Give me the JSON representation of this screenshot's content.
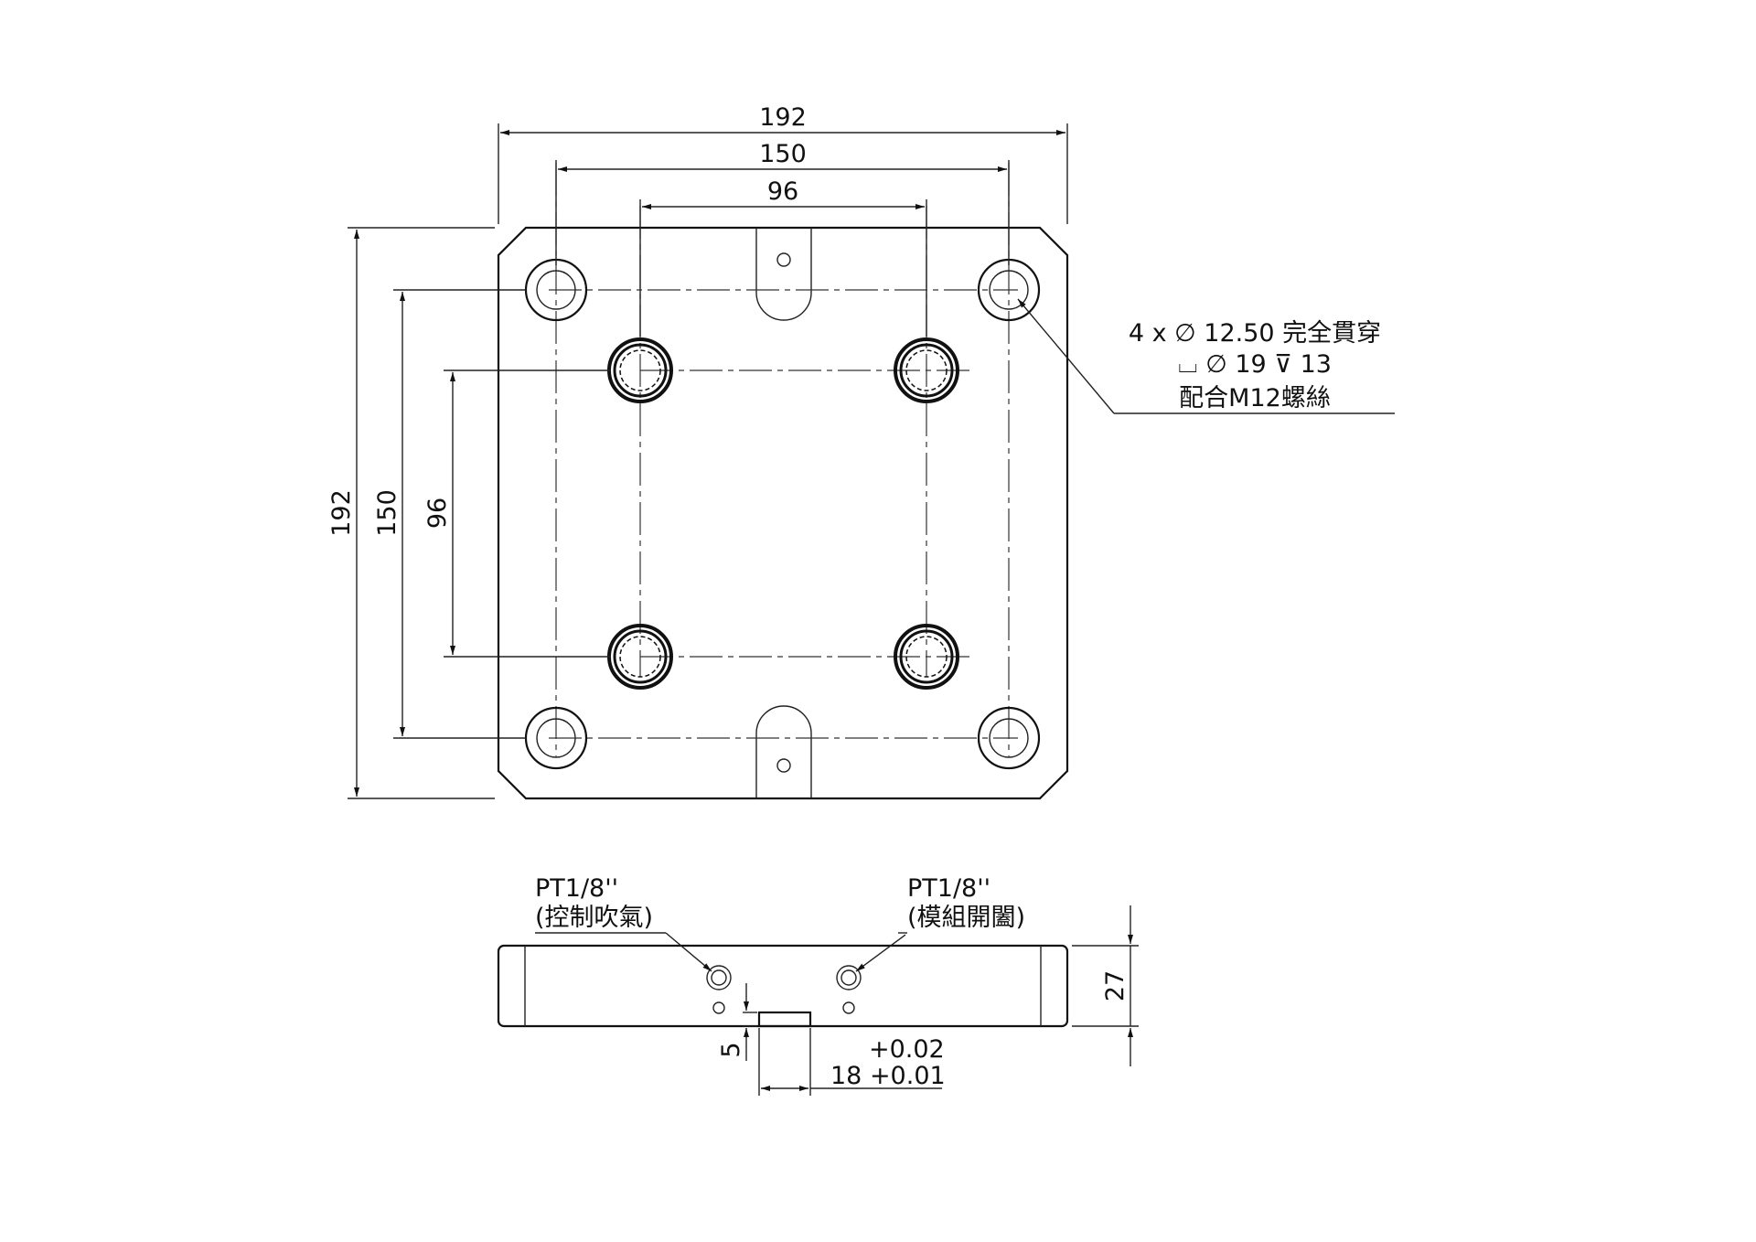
{
  "top_view": {
    "dims": {
      "overall_width": "192",
      "mid_width": "150",
      "inner_width": "96",
      "overall_height": "192",
      "mid_height": "150",
      "inner_height": "96"
    },
    "callout": {
      "line1": "4 x ∅ 12.50 完全貫穿",
      "line2": "⌴ ∅ 19 ⊽ 13",
      "line3": "配合M12螺絲"
    }
  },
  "side_view": {
    "port_left": {
      "line1": "PT1/8''",
      "line2": "(控制吹氣)"
    },
    "port_right": {
      "line1": "PT1/8''",
      "line2": "(模組開闔)"
    },
    "dims": {
      "height": "27",
      "step": "5",
      "slot_tol_upper": "+0.02",
      "slot_width": "18 +0.01"
    }
  }
}
